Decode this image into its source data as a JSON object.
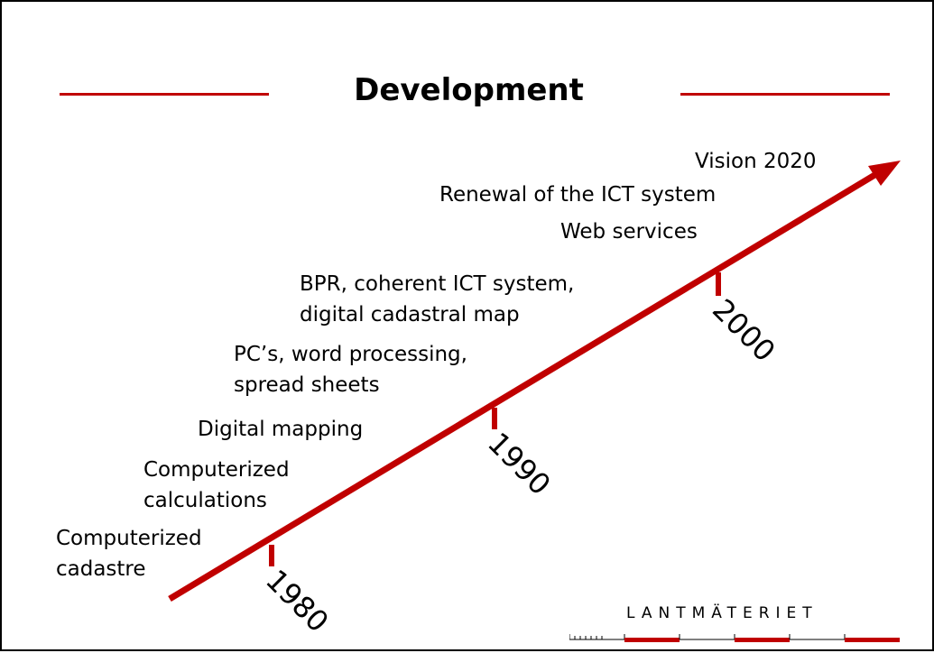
{
  "slide": {
    "title": "Development",
    "accent_color": "#c00000"
  },
  "timeline": {
    "years": [
      "1980",
      "1990",
      "2000"
    ],
    "events": [
      {
        "lines": [
          "Computerized",
          "cadastre"
        ]
      },
      {
        "lines": [
          "Computerized",
          "calculations"
        ]
      },
      {
        "lines": [
          "Digital mapping"
        ]
      },
      {
        "lines": [
          "PC’s, word processing,",
          "spread sheets"
        ]
      },
      {
        "lines": [
          "BPR, coherent ICT system,",
          "digital cadastral map"
        ]
      },
      {
        "lines": [
          "Web services"
        ]
      },
      {
        "lines": [
          "Renewal of the ICT system"
        ]
      },
      {
        "lines": [
          "Vision 2020"
        ]
      }
    ]
  },
  "logo": {
    "text": "LANTMÄTERIET"
  }
}
